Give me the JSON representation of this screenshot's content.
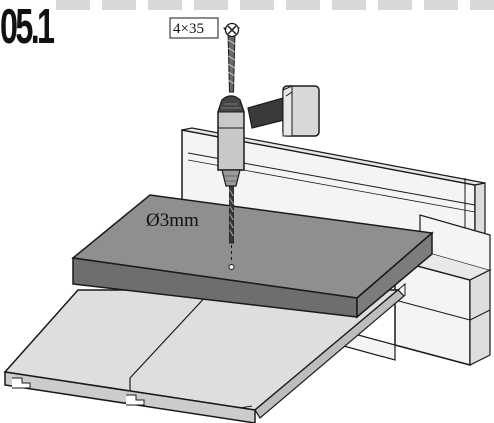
{
  "step": {
    "number": "05.1"
  },
  "labels": {
    "screw_spec": "4×35",
    "drill_bit": "Ø3mm"
  },
  "icons": {
    "screw_head": "phillips-screw-head-icon"
  },
  "colors": {
    "board_top": "#8f8f8f",
    "board_front": "#6e6e6e",
    "floor_planks": "#dedede",
    "support_blocks": "#f4f4f4",
    "outline": "#1a1a1a",
    "top_bar": "#d8d8d8"
  }
}
